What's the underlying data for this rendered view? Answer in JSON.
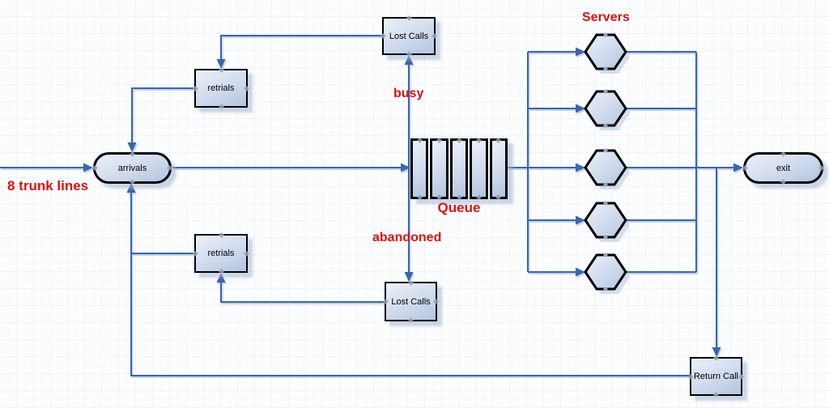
{
  "annotations": {
    "trunk_lines": "8 trunk lines",
    "busy": "busy",
    "abandoned": "abandoned",
    "queue": "Queue",
    "servers": "Servers"
  },
  "nodes": {
    "arrivals": {
      "label": "arrivals",
      "shape": "oval"
    },
    "retrials_top": {
      "label": "retrials",
      "shape": "box"
    },
    "retrials_bottom": {
      "label": "retrials",
      "shape": "box"
    },
    "lost_calls_top": {
      "label": "Lost Calls",
      "shape": "box"
    },
    "lost_calls_bottom": {
      "label": "Lost Calls",
      "shape": "box"
    },
    "queue": {
      "label": "Queue",
      "shape": "queue",
      "slots": 5
    },
    "servers": {
      "label": "Servers",
      "shape": "hexagon",
      "count": 5
    },
    "exit": {
      "label": "exit",
      "shape": "oval"
    },
    "return_call": {
      "label": "Return Call",
      "shape": "box"
    }
  },
  "colors": {
    "connector": "#3a66ae",
    "connector_shadow": "#b6c8e5",
    "annotation": "#de1111",
    "shape_border": "#000000",
    "shape_fill_light": "#ecf1f9",
    "shape_fill_dark": "#b3c5e0"
  }
}
